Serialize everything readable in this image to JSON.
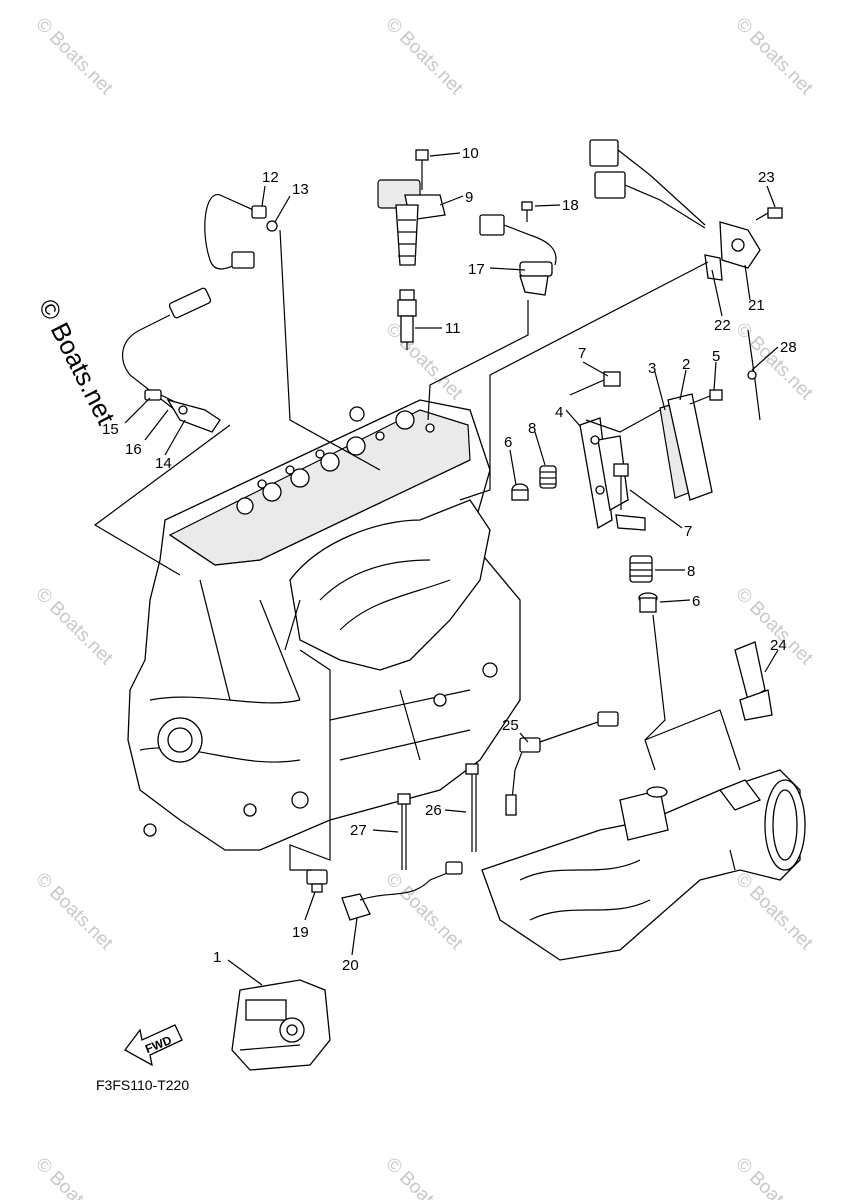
{
  "diagram": {
    "figure_code": "F3FS110-T220",
    "direction_label": "FWD",
    "watermark": "© Boats.net",
    "callouts": [
      "1",
      "2",
      "3",
      "4",
      "5",
      "6",
      "6",
      "7",
      "7",
      "8",
      "8",
      "9",
      "10",
      "11",
      "12",
      "13",
      "14",
      "15",
      "16",
      "17",
      "18",
      "19",
      "20",
      "21",
      "22",
      "23",
      "24",
      "25",
      "26",
      "27",
      "28"
    ]
  }
}
